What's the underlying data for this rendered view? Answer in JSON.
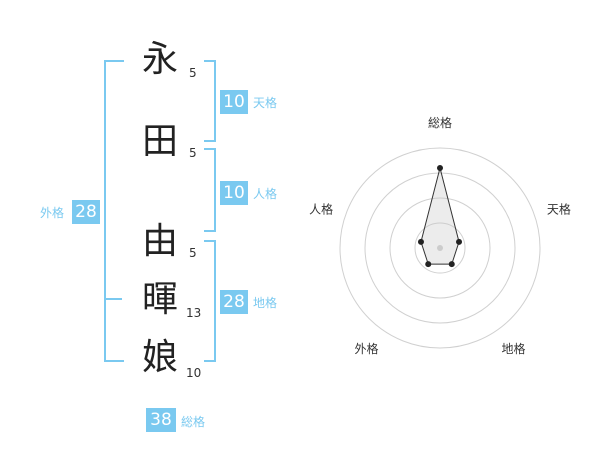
{
  "characters": [
    {
      "char": "永",
      "strokes": "5"
    },
    {
      "char": "田",
      "strokes": "5"
    },
    {
      "char": "由",
      "strokes": "5"
    },
    {
      "char": "暉",
      "strokes": "13"
    },
    {
      "char": "娘",
      "strokes": "10"
    }
  ],
  "fortunes": {
    "tenkaku": {
      "value": "10",
      "label": "天格"
    },
    "jinkaku": {
      "value": "10",
      "label": "人格"
    },
    "chikaku": {
      "value": "28",
      "label": "地格"
    },
    "gaikaku": {
      "value": "28",
      "label": "外格"
    },
    "soukaku": {
      "value": "38",
      "label": "総格"
    }
  },
  "colors": {
    "accent": "#7ac9f0",
    "text": "#222222"
  },
  "chart_data": {
    "type": "radar",
    "axes": [
      "総格",
      "天格",
      "地格",
      "外格",
      "人格"
    ],
    "values": [
      4,
      1,
      1,
      1,
      1
    ],
    "range": [
      0,
      5
    ],
    "rings": 4
  }
}
